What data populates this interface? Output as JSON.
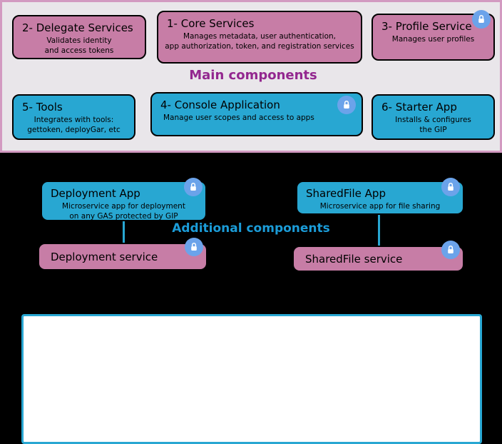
{
  "main_section": {
    "label": "Main components",
    "delegate": {
      "title": "2- Delegate Services",
      "body": "Validates identity\nand access tokens"
    },
    "core": {
      "title": "1- Core Services",
      "body": "Manages metadata, user authentication,\napp authorization, token, and registration services"
    },
    "profile": {
      "title": "3- Profile Service",
      "body": "Manages user profiles"
    },
    "tools": {
      "title": "5- Tools",
      "body": "Integrates with tools:\ngettoken, deployGar, etc"
    },
    "console": {
      "title": "4- Console Application",
      "body": "Manage user scopes and access to apps"
    },
    "starter": {
      "title": "6- Starter App",
      "body": "Installs & configures\nthe GIP"
    }
  },
  "additional_section": {
    "label": "Additional components",
    "deployment_app": {
      "title": "Deployment App",
      "body": "Microservice app for deployment\non any GAS protected by GIP"
    },
    "sharedfile_app": {
      "title": "SharedFile App",
      "body": "Microservice app for file sharing"
    },
    "deployment_service": {
      "title": "Deployment service"
    },
    "sharedfile_service": {
      "title": "SharedFile service"
    }
  },
  "colors": {
    "pink_box": "#c77da6",
    "blue_box": "#28a7d2",
    "main_panel_bg": "#e9e6ea",
    "main_panel_border": "#d29ac1",
    "additional_panel_border": "#28a7d2",
    "main_label_color": "#93278f",
    "additional_label_color": "#1b9cd8",
    "lock_badge": "#6ba3ea"
  },
  "icons": {
    "lock": "lock-icon"
  }
}
